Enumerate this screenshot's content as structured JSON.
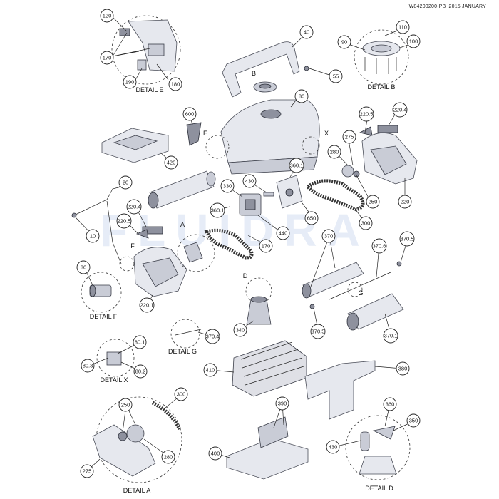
{
  "header": {
    "doc_ref": "W84200200-PB_2015 JANUARY"
  },
  "watermark": {
    "text": "FLUIDRA"
  },
  "details": {
    "a": "DETAIL A",
    "b": "DETAIL B",
    "d": "DETAIL D",
    "e": "DETAIL E",
    "f": "DETAIL F",
    "g": "DETAIL G",
    "x": "DETAIL X"
  },
  "letters": {
    "a": "A",
    "b": "B",
    "d": "D",
    "e": "E",
    "f": "F",
    "g": "G",
    "x": "X"
  },
  "callouts": {
    "c120": "120",
    "c170": "170",
    "c180": "180",
    "c190": "190",
    "c40": "40",
    "c55": "55",
    "c90": "90",
    "c110": "110",
    "c100": "100",
    "c80": "80",
    "c600": "600",
    "c420": "420",
    "c220_5": "220.5",
    "c220_4": "220.4",
    "c275": "275",
    "c280": "280",
    "c250": "250",
    "c300": "300",
    "c220": "220",
    "c20": "20",
    "c10": "10",
    "c430": "430",
    "c330": "330",
    "c360_1": "360.1",
    "c650": "650",
    "c440": "440",
    "c220_4b": "220.4",
    "c220_5b": "220.5",
    "c170b": "170",
    "c360_1b": "360.1",
    "c370": "370",
    "c370_5": "370.5",
    "c370_6": "370.6",
    "c30": "30",
    "c220_1": "220.1",
    "c340": "340",
    "c370_5b": "370.5",
    "c370_1": "370.1",
    "c370_4": "370.4",
    "c80_1": "80.1",
    "c80_3": "80.3",
    "c80_2": "80.2",
    "c410": "410",
    "c380": "380",
    "c300b": "300",
    "c250b": "250",
    "c275b": "275",
    "c280b": "280",
    "c390": "390",
    "c400": "400",
    "c360": "360",
    "c350": "350",
    "c430b": "430"
  }
}
